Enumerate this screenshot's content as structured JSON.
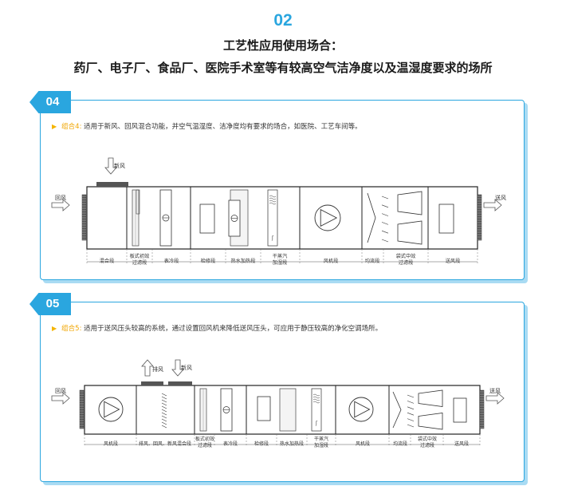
{
  "header": {
    "number": "02",
    "line1": "工艺性应用使用场合：",
    "line2": "药厂、电子厂、食品厂、医院手术室等有较高空气洁净度以及温湿度要求的场所"
  },
  "colors": {
    "accent": "#2aa6df",
    "highlight": "#f0a500"
  },
  "panels": [
    {
      "badge": "04",
      "combo_label": "组合4:",
      "description": "适用于新风、回风混合功能，并空气温湿度、洁净度均有要求的场合，如医院、工艺车间等。",
      "labels": {
        "fresh": "新风",
        "return": "回风",
        "supply": "送风",
        "sections": [
          "混合段",
          "板式初效\n过滤段",
          "表冷段",
          "检修段",
          "热水加热段",
          "干蒸汽\n加湿段",
          "风机段",
          "均流段",
          "袋式中效\n过滤段",
          "送风段"
        ]
      }
    },
    {
      "badge": "05",
      "combo_label": "组合5:",
      "description": "适用于送风压头较高的系统，通过设置回风机来降低送风压头，可应用于静压较高的净化空调场所。",
      "labels": {
        "exhaust": "排风",
        "fresh": "新风",
        "return": "回风",
        "supply": "送风",
        "sections": [
          "风机段",
          "排风、回风、新风混合段",
          "板式初效\n过滤段",
          "表冷段",
          "检修段",
          "热水加热段",
          "干蒸汽\n加湿段",
          "风机段",
          "均流段",
          "袋式中效\n过滤段",
          "送风段"
        ]
      }
    }
  ]
}
